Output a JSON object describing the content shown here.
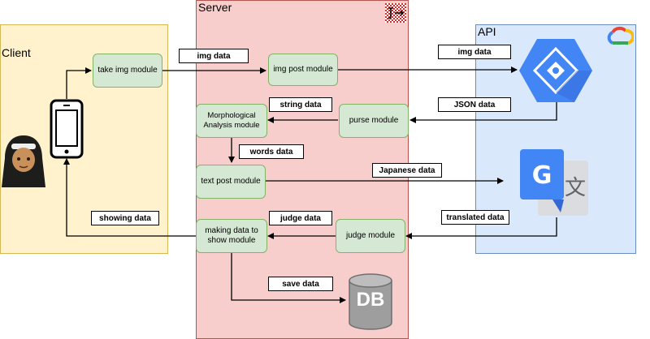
{
  "lanes": {
    "client": "Client",
    "server": "Server",
    "api": "API"
  },
  "modules": {
    "take_img": "take img module",
    "img_post": "img post module",
    "morphological": "Morphological Analysis module",
    "purse": "purse module",
    "text_post": "text post module",
    "making_data": "making data to show module",
    "judge": "judge module"
  },
  "flows": {
    "img_data": "img data",
    "img_data_api": "img data",
    "json_data": "JSON data",
    "string_data": "string data",
    "words_data": "words data",
    "japanese_data": "Japanese data",
    "translated_data": "translated data",
    "judge_data": "judge data",
    "showing_data": "showing data",
    "save_data": "save data"
  },
  "db": {
    "label": "DB"
  },
  "icons": {
    "vision_api": "cloud-vision-api-icon",
    "translate_api": "google-translate-icon",
    "google_cloud": "google-cloud-logo-icon",
    "server_framework": "js-framework-icon",
    "smartphone": "smartphone-icon",
    "user": "user-avatar-icon"
  },
  "colors": {
    "client_fill": "#fff2cc",
    "server_fill": "#f8cecc",
    "api_fill": "#dae8fc",
    "module_fill": "#d5e8d4",
    "vision_blue": "#4285f4",
    "db_gray": "#9e9e9e"
  }
}
